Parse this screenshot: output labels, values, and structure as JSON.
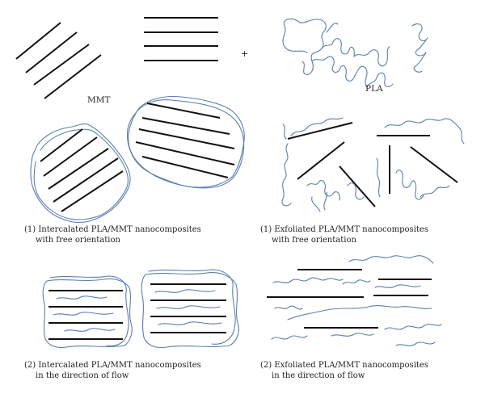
{
  "labels": {
    "mmt": "MMT",
    "pla": "PLA",
    "plus": "+"
  },
  "captions": {
    "intercalated_free": {
      "line1": "(1) Intercalated PLA/MMT nanocomposites",
      "line2": "with free orientation"
    },
    "exfoliated_free": {
      "line1": "(1) Exfoliated PLA/MMT nanocomposites",
      "line2": "with free orientation"
    },
    "intercalated_flow": {
      "line1": "(2) Intercalated PLA/MMT nanocomposites",
      "line2": "in the direction of flow"
    },
    "exfoliated_flow": {
      "line1": "(2) Exfoliated PLA/MMT nanocomposites",
      "line2": "in the direction of flow"
    }
  },
  "colors": {
    "plate": "#111111",
    "chain": "#5a7fae",
    "text": "#222222"
  }
}
